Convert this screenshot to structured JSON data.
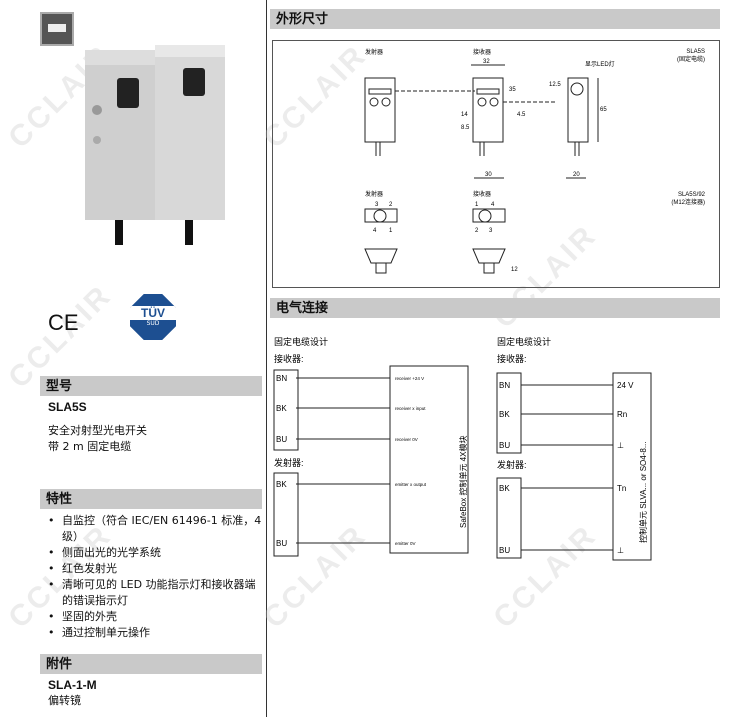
{
  "left": {
    "watermark": "CCLAIR",
    "type_header": "型号",
    "model": "SLA5S",
    "desc": [
      "安全对射型光电开关",
      "带 2 m 固定电缆"
    ],
    "features_header": "特性",
    "features": [
      "自监控（符合 IEC/EN 61496-1 标准，4 级）",
      "侧面出光的光学系统",
      "红色发射光",
      "清晰可见的 LED 功能指示灯和接收器端的错误指示灯",
      "坚固的外壳",
      "通过控制单元操作"
    ],
    "accessories_header": "附件",
    "accessory_model": "SLA-1-M",
    "accessory_desc": "偏转镜",
    "ce": "CE",
    "tuv": "TÜV",
    "tuv_sub": "SÜD"
  },
  "dimensions": {
    "header": "外形尺寸",
    "emitter": "发射器",
    "receiver": "接收器",
    "led": "显示LED灯",
    "model1": "SLA5S",
    "model1_sub": "(固定电缆)",
    "model2": "SLA5S/92",
    "model2_sub": "(M12连接器)",
    "dims": [
      "32",
      "35",
      "14",
      "4.5",
      "8.5",
      "30",
      "12.5",
      "65",
      "20",
      "12"
    ],
    "pins_e": [
      "3",
      "2",
      "4",
      "1"
    ],
    "pins_r": [
      "1",
      "4",
      "2",
      "3"
    ]
  },
  "wiring": {
    "header": "电气连接",
    "title": "固定电缆设计",
    "receiver": "接收器:",
    "emitter": "发射器:",
    "left": {
      "r_wires": [
        "BN",
        "BK",
        "BU"
      ],
      "e_wires": [
        "BK",
        "BU"
      ],
      "terms": [
        "receiver +24 V",
        "receiver x input",
        "receiver 0V",
        "emitter x output",
        "emitter 0V"
      ],
      "unit": "SafeBox 控制单元 4X模块"
    },
    "right": {
      "r_wires": [
        "BN",
        "BK",
        "BU"
      ],
      "e_wires": [
        "BK",
        "BU"
      ],
      "terms": [
        "24 V",
        "Rn",
        "⊥",
        "Tn",
        "⊥"
      ],
      "unit": "控制单元 SLVA... or SO4-8..."
    }
  }
}
